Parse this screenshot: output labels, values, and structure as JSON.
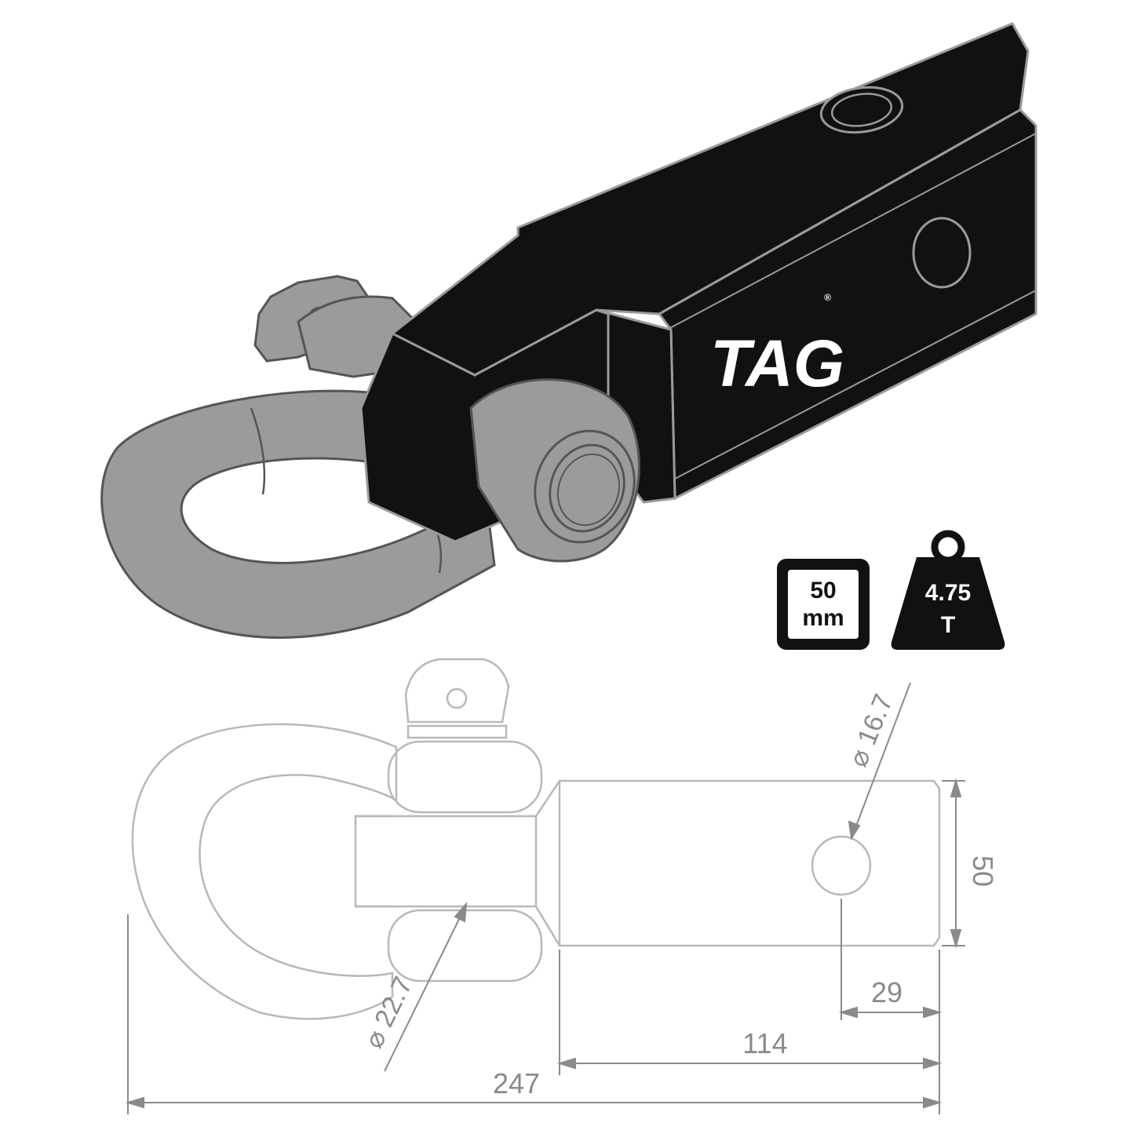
{
  "product": {
    "brand_logo": "TAG",
    "brand_mark": "®"
  },
  "badges": {
    "receiver": {
      "line1": "50",
      "line2": "mm",
      "icon": "square-receiver-icon"
    },
    "capacity": {
      "line1": "4.75",
      "line2": "T",
      "icon": "weight-icon"
    }
  },
  "dimensions": {
    "pin_diameter": "⌀ 16.7",
    "shackle_diameter": "⌀ 22.7",
    "receiver_height": "50",
    "pin_offset": "29",
    "receiver_length": "114",
    "overall_length": "247"
  },
  "colors": {
    "body_black": "#111111",
    "shackle_grey": "#9b9b9b",
    "outline_grey": "#b8b8b8",
    "dimension_grey": "#8a8a8a",
    "logo_white": "#ffffff"
  }
}
